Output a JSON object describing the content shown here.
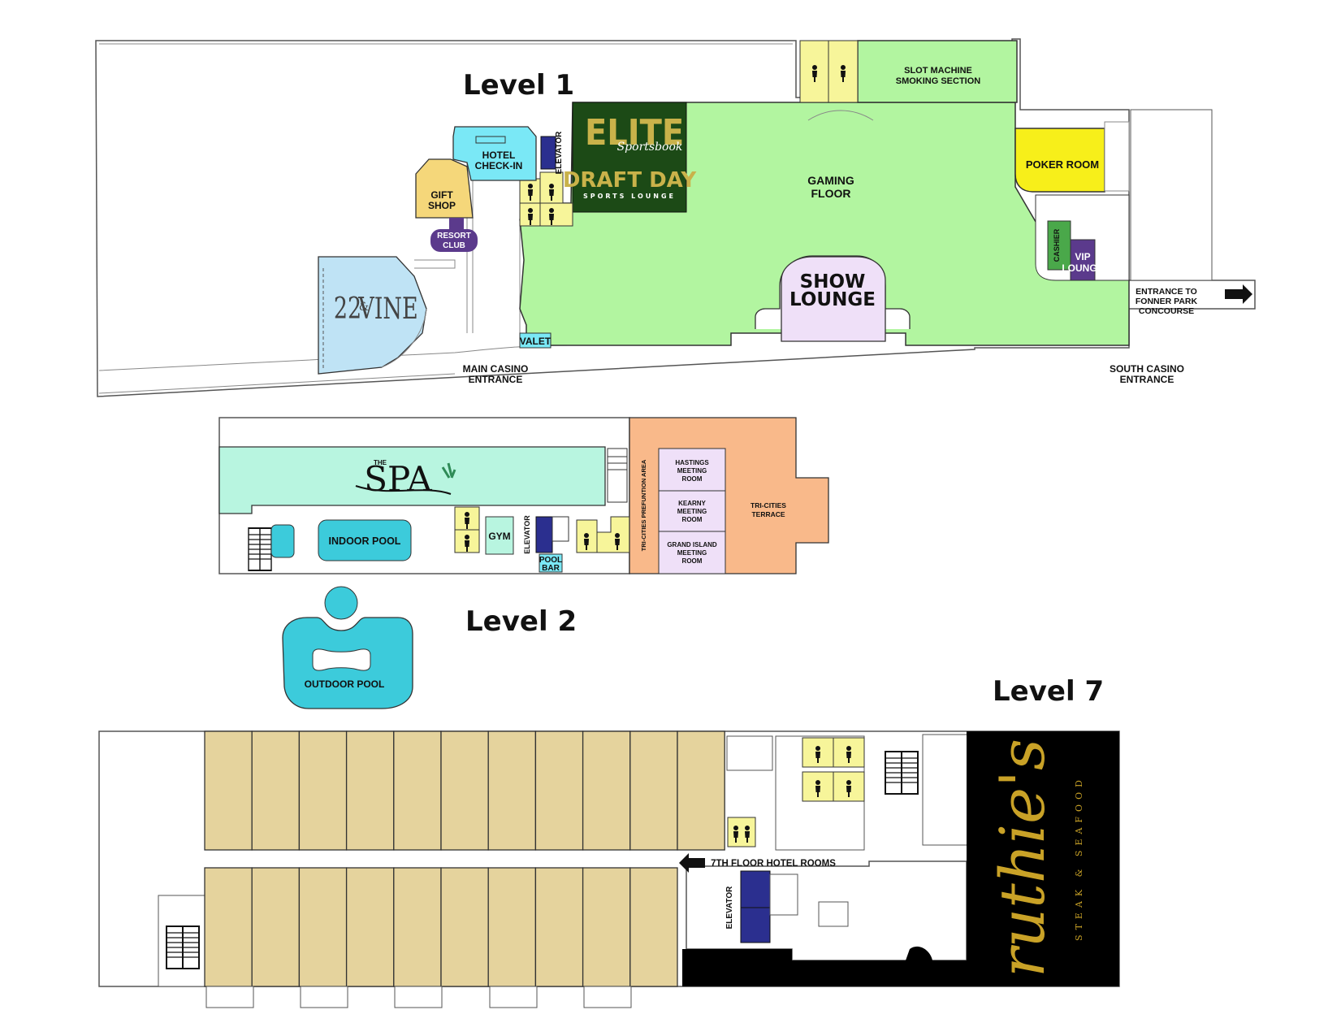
{
  "levels": {
    "level1": "Level 1",
    "level2": "Level 2",
    "level7": "Level 7"
  },
  "level1": {
    "slot_machine": [
      "SLOT MACHINE",
      "SMOKING SECTION"
    ],
    "elite": "ELITE",
    "sportsbook": "Sportsbook",
    "draft_day": "DRAFT DAY",
    "sports_lounge": "SPORTS LOUNGE",
    "elevator": "ELEVATOR",
    "hotel_checkin": [
      "HOTEL",
      "CHECK-IN"
    ],
    "gift_shop": [
      "GIFT",
      "SHOP"
    ],
    "resort_club": [
      "RESORT",
      "CLUB"
    ],
    "gaming_floor": [
      "GAMING",
      "FLOOR"
    ],
    "poker_room": "POKER ROOM",
    "cashier": "CASHIER",
    "vip_lounge": [
      "VIP",
      "LOUNGE"
    ],
    "show_lounge": [
      "SHOW",
      "LOUNGE"
    ],
    "vine": "22",
    "vine_amp": "&",
    "vine_word": "VINE",
    "valet": "VALET",
    "main_entrance": [
      "MAIN CASINO",
      "ENTRANCE"
    ],
    "south_entrance": [
      "SOUTH CASINO",
      "ENTRANCE"
    ],
    "fonner_park": [
      "ENTRANCE TO",
      "FONNER PARK",
      "CONCOURSE"
    ]
  },
  "level2": {
    "spa_the": "THE",
    "spa": "SPA",
    "indoor_pool": "INDOOR POOL",
    "gym": "GYM",
    "elevator": "ELEVATOR",
    "pool_bar": [
      "POOL",
      "BAR"
    ],
    "prefunction": "TRI-CITIES PREFUNTION AREA",
    "hastings": [
      "HASTINGS",
      "MEETING",
      "ROOM"
    ],
    "kearny": [
      "KEARNY",
      "MEETING",
      "ROOM"
    ],
    "grand_island": [
      "GRAND ISLAND",
      "MEETING",
      "ROOM"
    ],
    "terrace": [
      "TRI-CITIES",
      "TERRACE"
    ],
    "outdoor_pool": "OUTDOOR POOL"
  },
  "level7": {
    "hotel_rooms": "7TH FLOOR HOTEL ROOMS",
    "elevator": "ELEVATOR",
    "ruthies": "ruthie's",
    "steak_seafood": "STEAK & SEAFOOD"
  },
  "colors": {
    "gaming_green": "#b2f5a0",
    "restroom_yellow": "#f7f59a",
    "hotel_cyan": "#7ae8f6",
    "gift_gold": "#f5d77a",
    "vine_blue": "#bfe3f5",
    "show_lavender": "#efe0f8",
    "poker_yellow": "#f7ef1a",
    "sportsbook_green": "#1c4a16",
    "elevator_navy": "#2b2f8f",
    "vip_purple": "#5b3a8c",
    "spa_mint": "#b8f5e0",
    "pool_teal": "#3ccbdb",
    "conference_orange": "#f9b98a",
    "meeting_lavender": "#efe0f8",
    "hotel_room_tan": "#e5d39d",
    "ruthies_gold": "#c9a227"
  }
}
